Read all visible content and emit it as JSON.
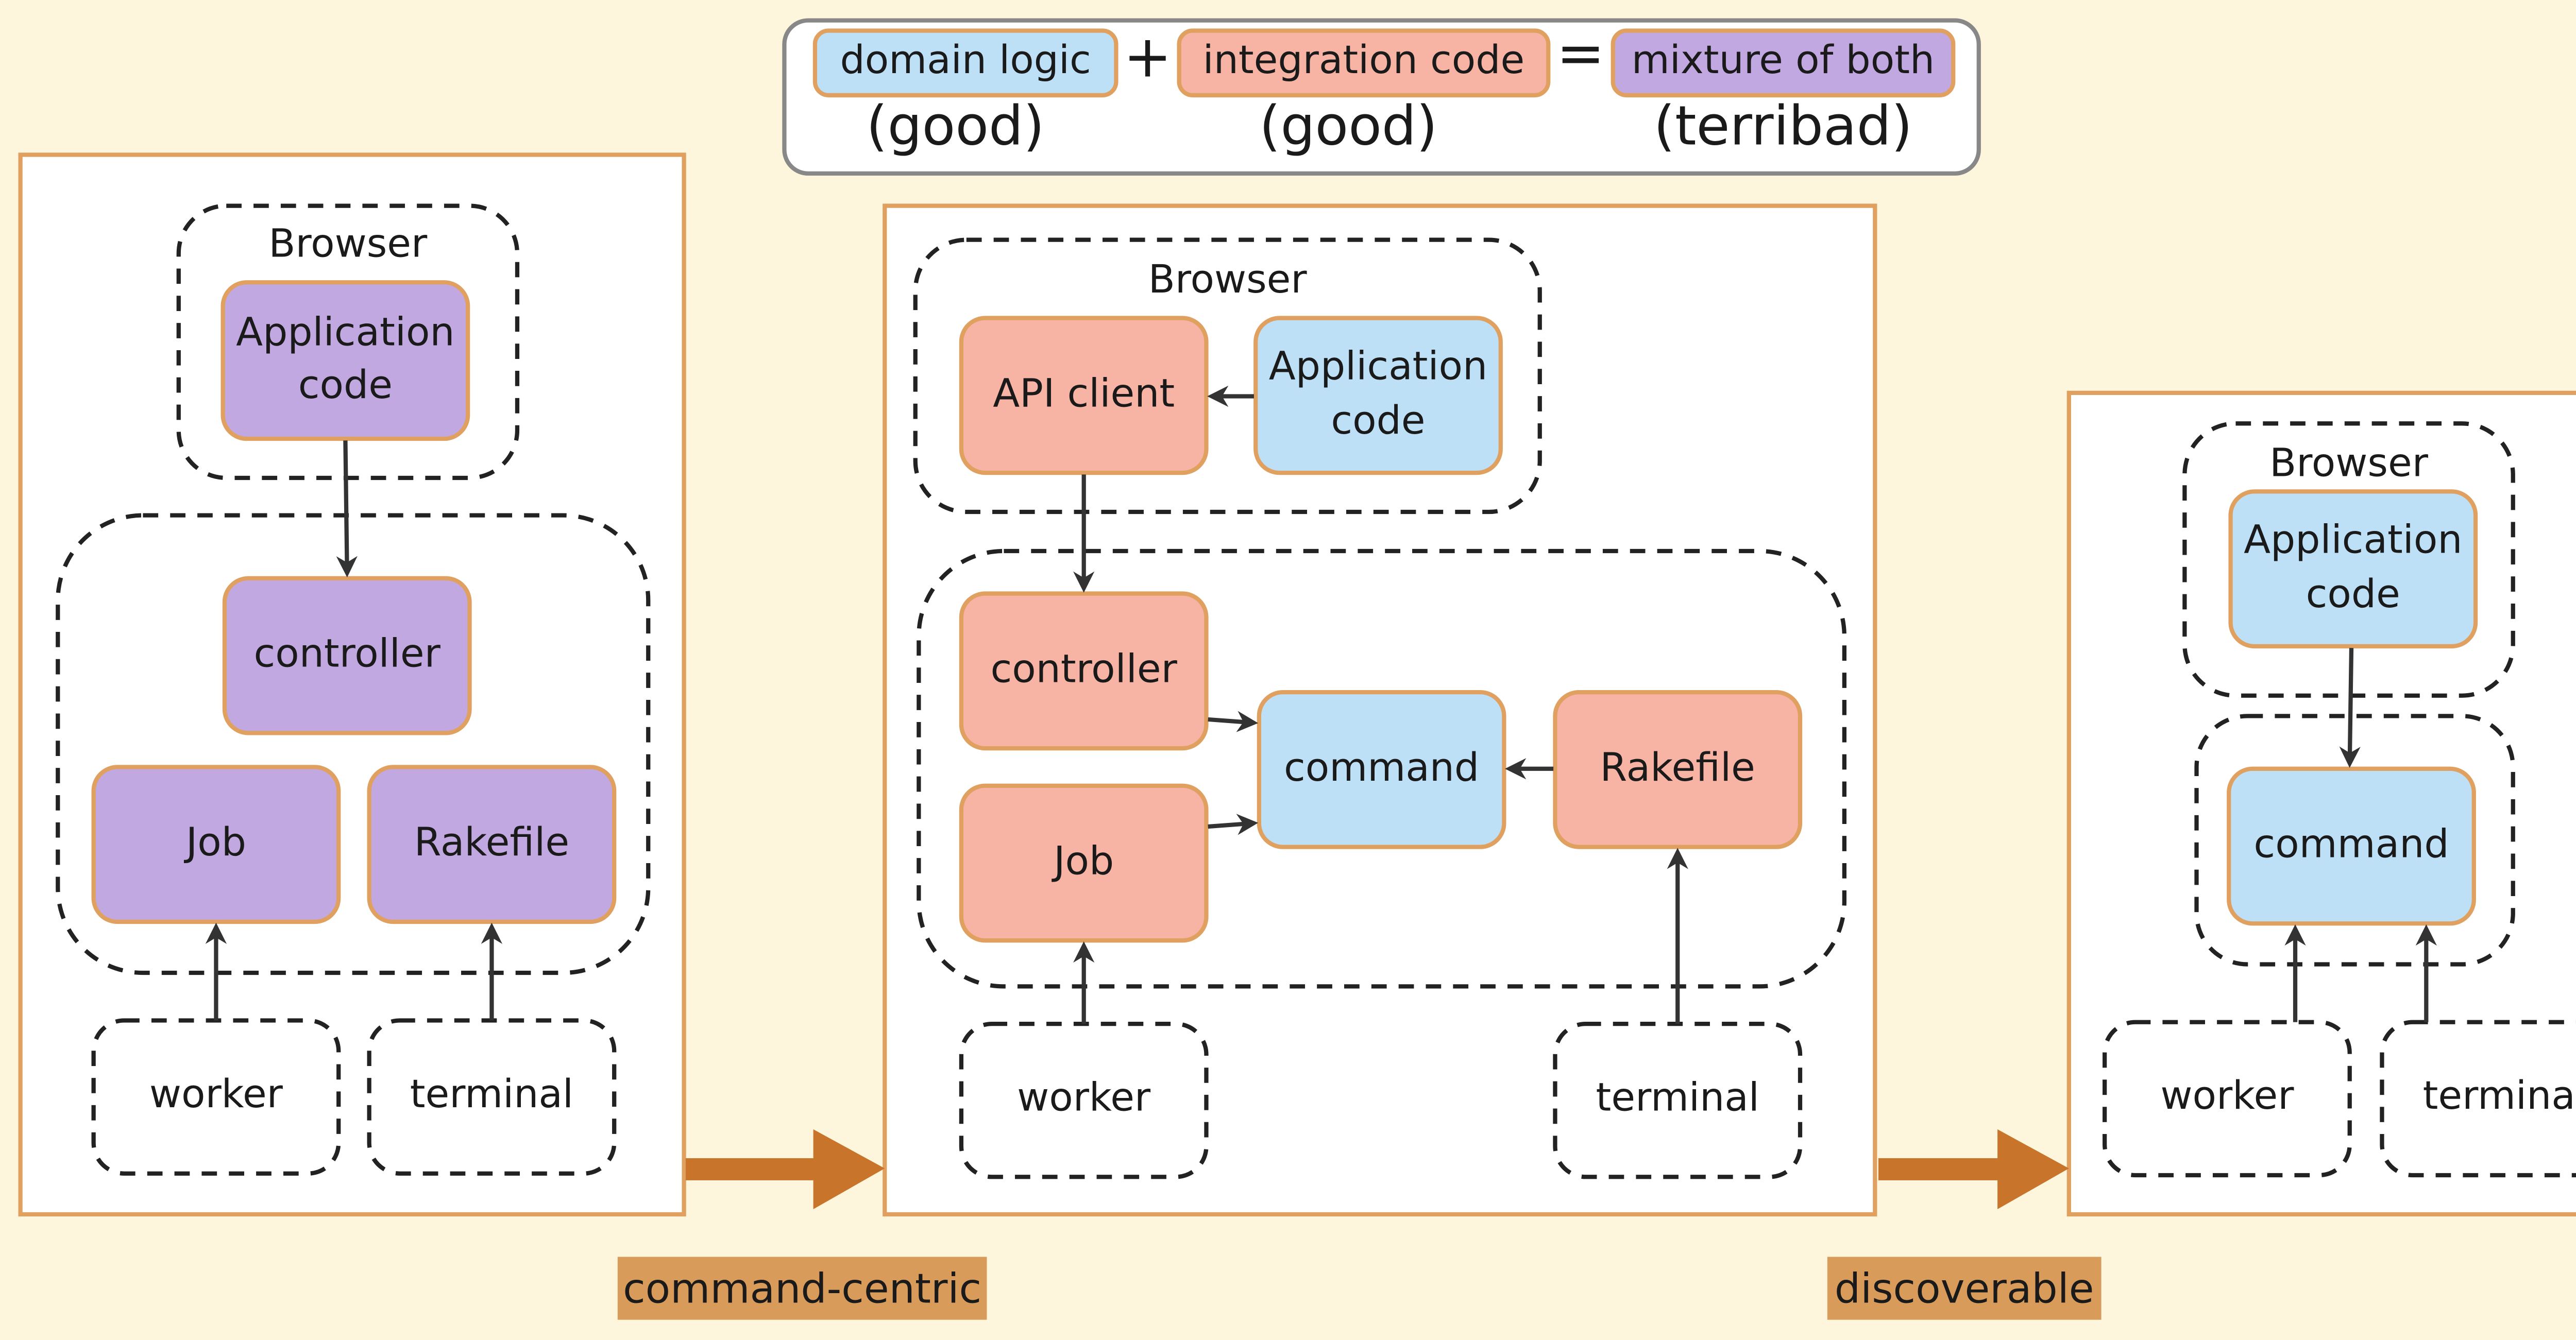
{
  "legend": {
    "domain_label": "domain logic",
    "plus": "+",
    "integration_label": "integration code",
    "equals": "=",
    "mixture_label": "mixture of both",
    "domain_note": "(good)",
    "integration_note": "(good)",
    "mixture_note": "(terribad)"
  },
  "colors": {
    "domain": "#bde0f7",
    "integration": "#f7b3a4",
    "mixture": "#c2a8e0",
    "box_border": "#e0a060",
    "panel_border": "#e0a060",
    "arrow": "#c8742a",
    "tag": "#d89b5a",
    "background": "#fdf6dc"
  },
  "panels": [
    {
      "browser_label": "Browser",
      "app_code": "Application\ncode",
      "controller": "controller",
      "job": "Job",
      "rakefile": "Rakefile",
      "worker": "worker",
      "terminal": "terminal"
    },
    {
      "browser_label": "Browser",
      "api_client": "API client",
      "app_code": "Application\ncode",
      "controller": "controller",
      "job": "Job",
      "command": "command",
      "rakefile": "Rakefile",
      "worker": "worker",
      "terminal": "terminal"
    },
    {
      "browser_label": "Browser",
      "app_code": "Application\ncode",
      "command": "command",
      "worker": "worker",
      "terminal": "terminal"
    }
  ],
  "transitions": [
    {
      "label": "command-centric"
    },
    {
      "label": "discoverable"
    }
  ]
}
